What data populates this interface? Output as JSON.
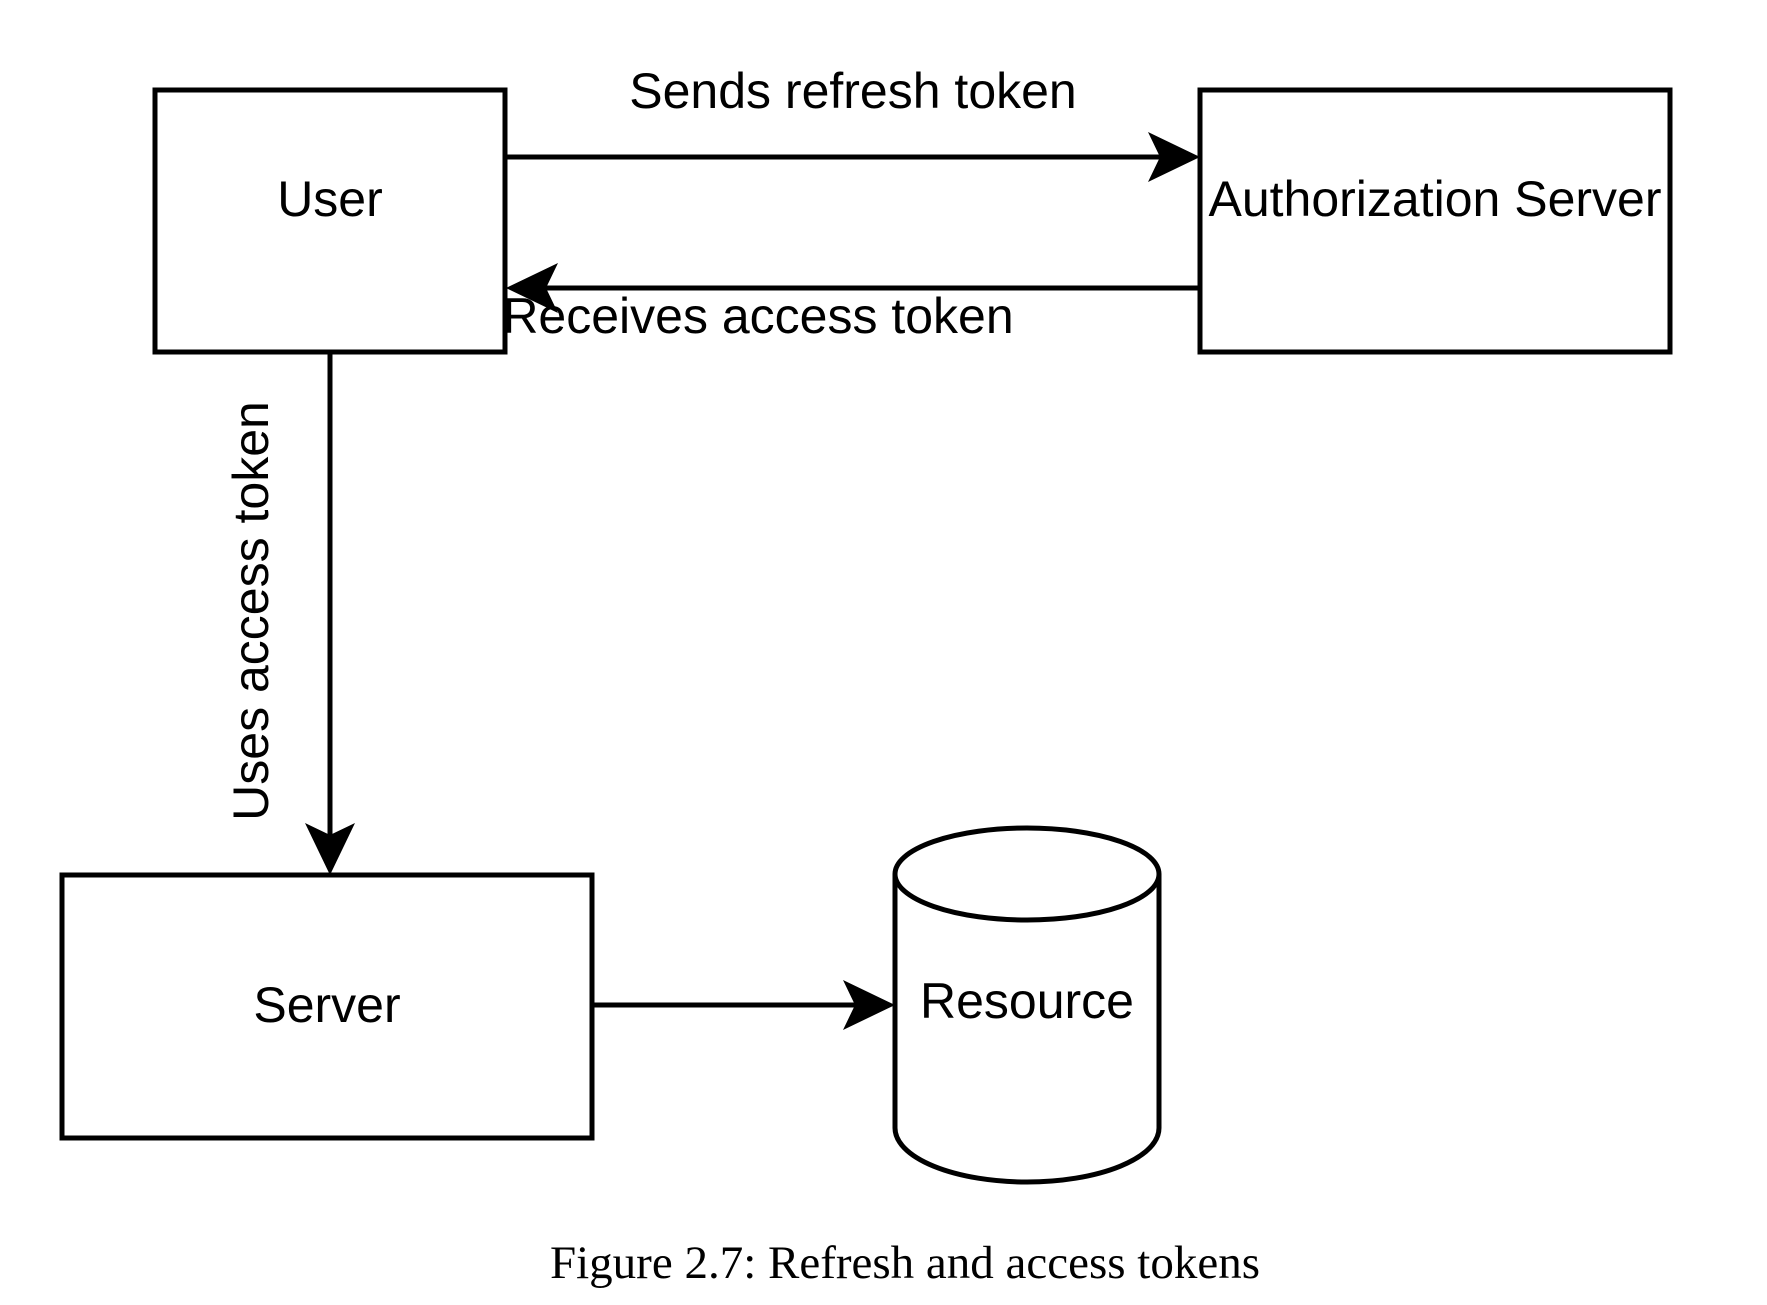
{
  "figure": {
    "caption": "Figure 2.7: Refresh and access tokens",
    "background_color": "#ffffff",
    "line_color": "#000000",
    "text_color": "#000000"
  },
  "nodes": {
    "user": {
      "label": "User",
      "shape": "rectangle"
    },
    "authorization_server": {
      "label": "Authorization Server",
      "shape": "rectangle"
    },
    "server": {
      "label": "Server",
      "shape": "rectangle"
    },
    "resource": {
      "label": "Resource",
      "shape": "cylinder"
    }
  },
  "edges": {
    "user_to_auth": {
      "label": "Sends refresh token",
      "from": "User",
      "to": "Authorization Server",
      "direction": "right"
    },
    "auth_to_user": {
      "label": "Receives access token",
      "from": "Authorization Server",
      "to": "User",
      "direction": "left"
    },
    "user_to_server": {
      "label": "Uses access token",
      "from": "User",
      "to": "Server",
      "direction": "down"
    },
    "server_to_resource": {
      "label": "",
      "from": "Server",
      "to": "Resource",
      "direction": "right"
    }
  }
}
